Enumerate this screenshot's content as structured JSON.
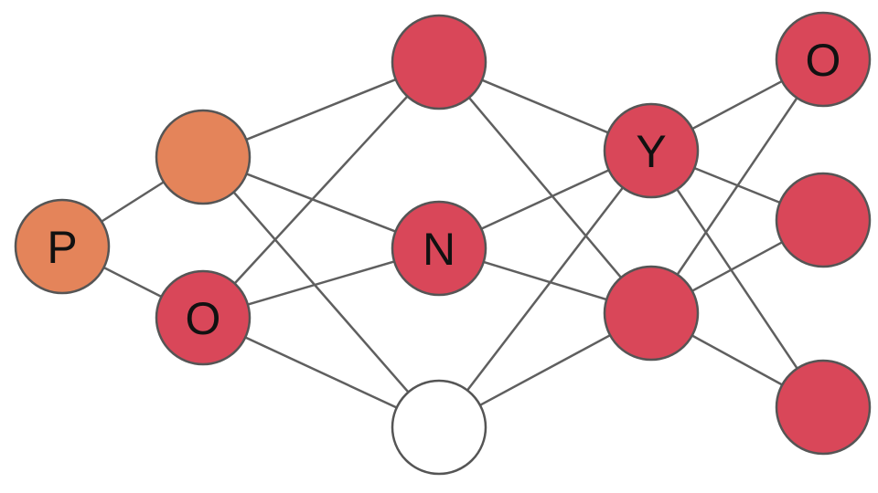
{
  "colors": {
    "orange": "#e4845a",
    "red": "#d94759",
    "white": "#ffffff",
    "edge": "#5f5f5f",
    "outline": "#555555"
  },
  "diagram": {
    "layers": [
      {
        "nodes": [
          {
            "id": "p",
            "label": "P",
            "fill": "orange"
          }
        ]
      },
      {
        "nodes": [
          {
            "id": "l1a",
            "label": "",
            "fill": "orange"
          },
          {
            "id": "l1o",
            "label": "O",
            "fill": "red"
          }
        ]
      },
      {
        "nodes": [
          {
            "id": "l2a",
            "label": "",
            "fill": "red"
          },
          {
            "id": "l2n",
            "label": "N",
            "fill": "red"
          },
          {
            "id": "l2c",
            "label": "",
            "fill": "white"
          }
        ]
      },
      {
        "nodes": [
          {
            "id": "l3y",
            "label": "Y",
            "fill": "red"
          },
          {
            "id": "l3b",
            "label": "",
            "fill": "red"
          }
        ]
      },
      {
        "nodes": [
          {
            "id": "l4o",
            "label": "O",
            "fill": "red"
          },
          {
            "id": "l4b",
            "label": "",
            "fill": "red"
          },
          {
            "id": "l4c",
            "label": "",
            "fill": "red"
          }
        ]
      }
    ]
  }
}
